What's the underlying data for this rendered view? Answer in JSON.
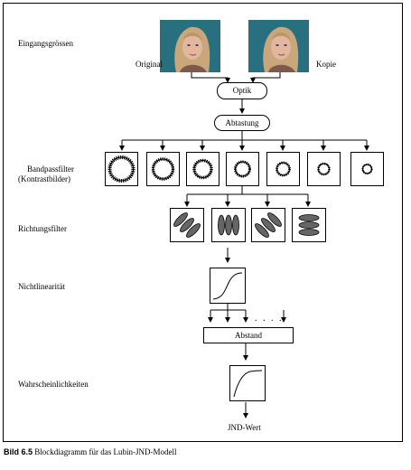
{
  "labels": {
    "inputs": "Eingangsgrössen",
    "original": "Original",
    "copy": "Kopie",
    "optics": "Optik",
    "sampling": "Abtastung",
    "bandpass": "Bandpassfilter",
    "bandpass_sub": "(Kontrastbilder)",
    "orientation": "Richtungsfilter",
    "nonlinearity": "Nichtlinearität",
    "distance": "Abstand",
    "probabilities": "Wahrscheinlichkeiten",
    "jnd_value": "JND-Wert",
    "ellipsis": ". . . ."
  },
  "caption": {
    "number": "Bild 6.5",
    "text": "Blockdiagramm für das Lubin-JND-Modell"
  },
  "colors": {
    "photo_background": "#2f7d8c",
    "photo_hair": "#c9a77a"
  }
}
